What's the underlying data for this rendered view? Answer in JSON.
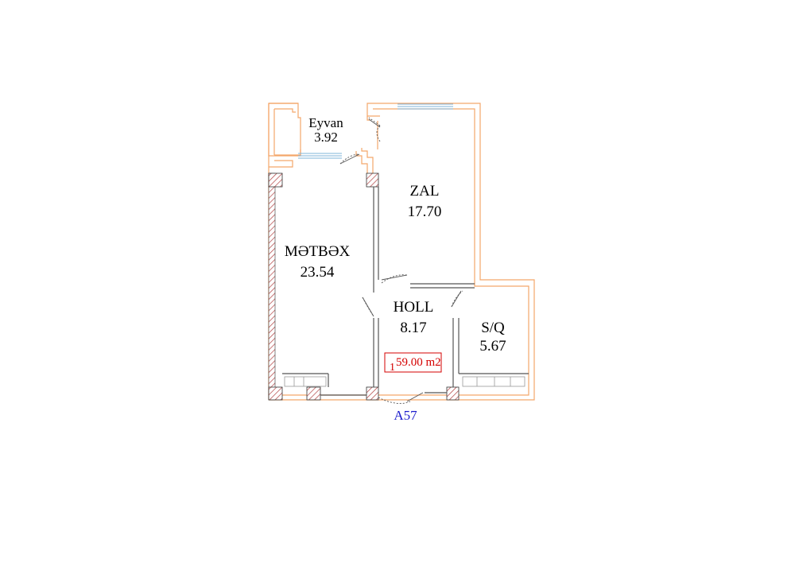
{
  "rooms": [
    {
      "id": "eyvan",
      "name": "Eyvan",
      "area": "3.92"
    },
    {
      "id": "zal",
      "name": "ZAL",
      "area": "17.70"
    },
    {
      "id": "metbex",
      "name": "MƏTBƏX",
      "area": "23.54"
    },
    {
      "id": "holl",
      "name": "HOLL",
      "area": "8.17"
    },
    {
      "id": "sq",
      "name": "S/Q",
      "area": "5.67"
    }
  ],
  "total": {
    "rooms": "1",
    "area": "59.00 m2"
  },
  "apartment": "A57",
  "colors": {
    "wall": "#f4a66a",
    "inner": "#555555",
    "hatch": "#b04040",
    "total": "#d40000",
    "label": "#1a1acc"
  }
}
